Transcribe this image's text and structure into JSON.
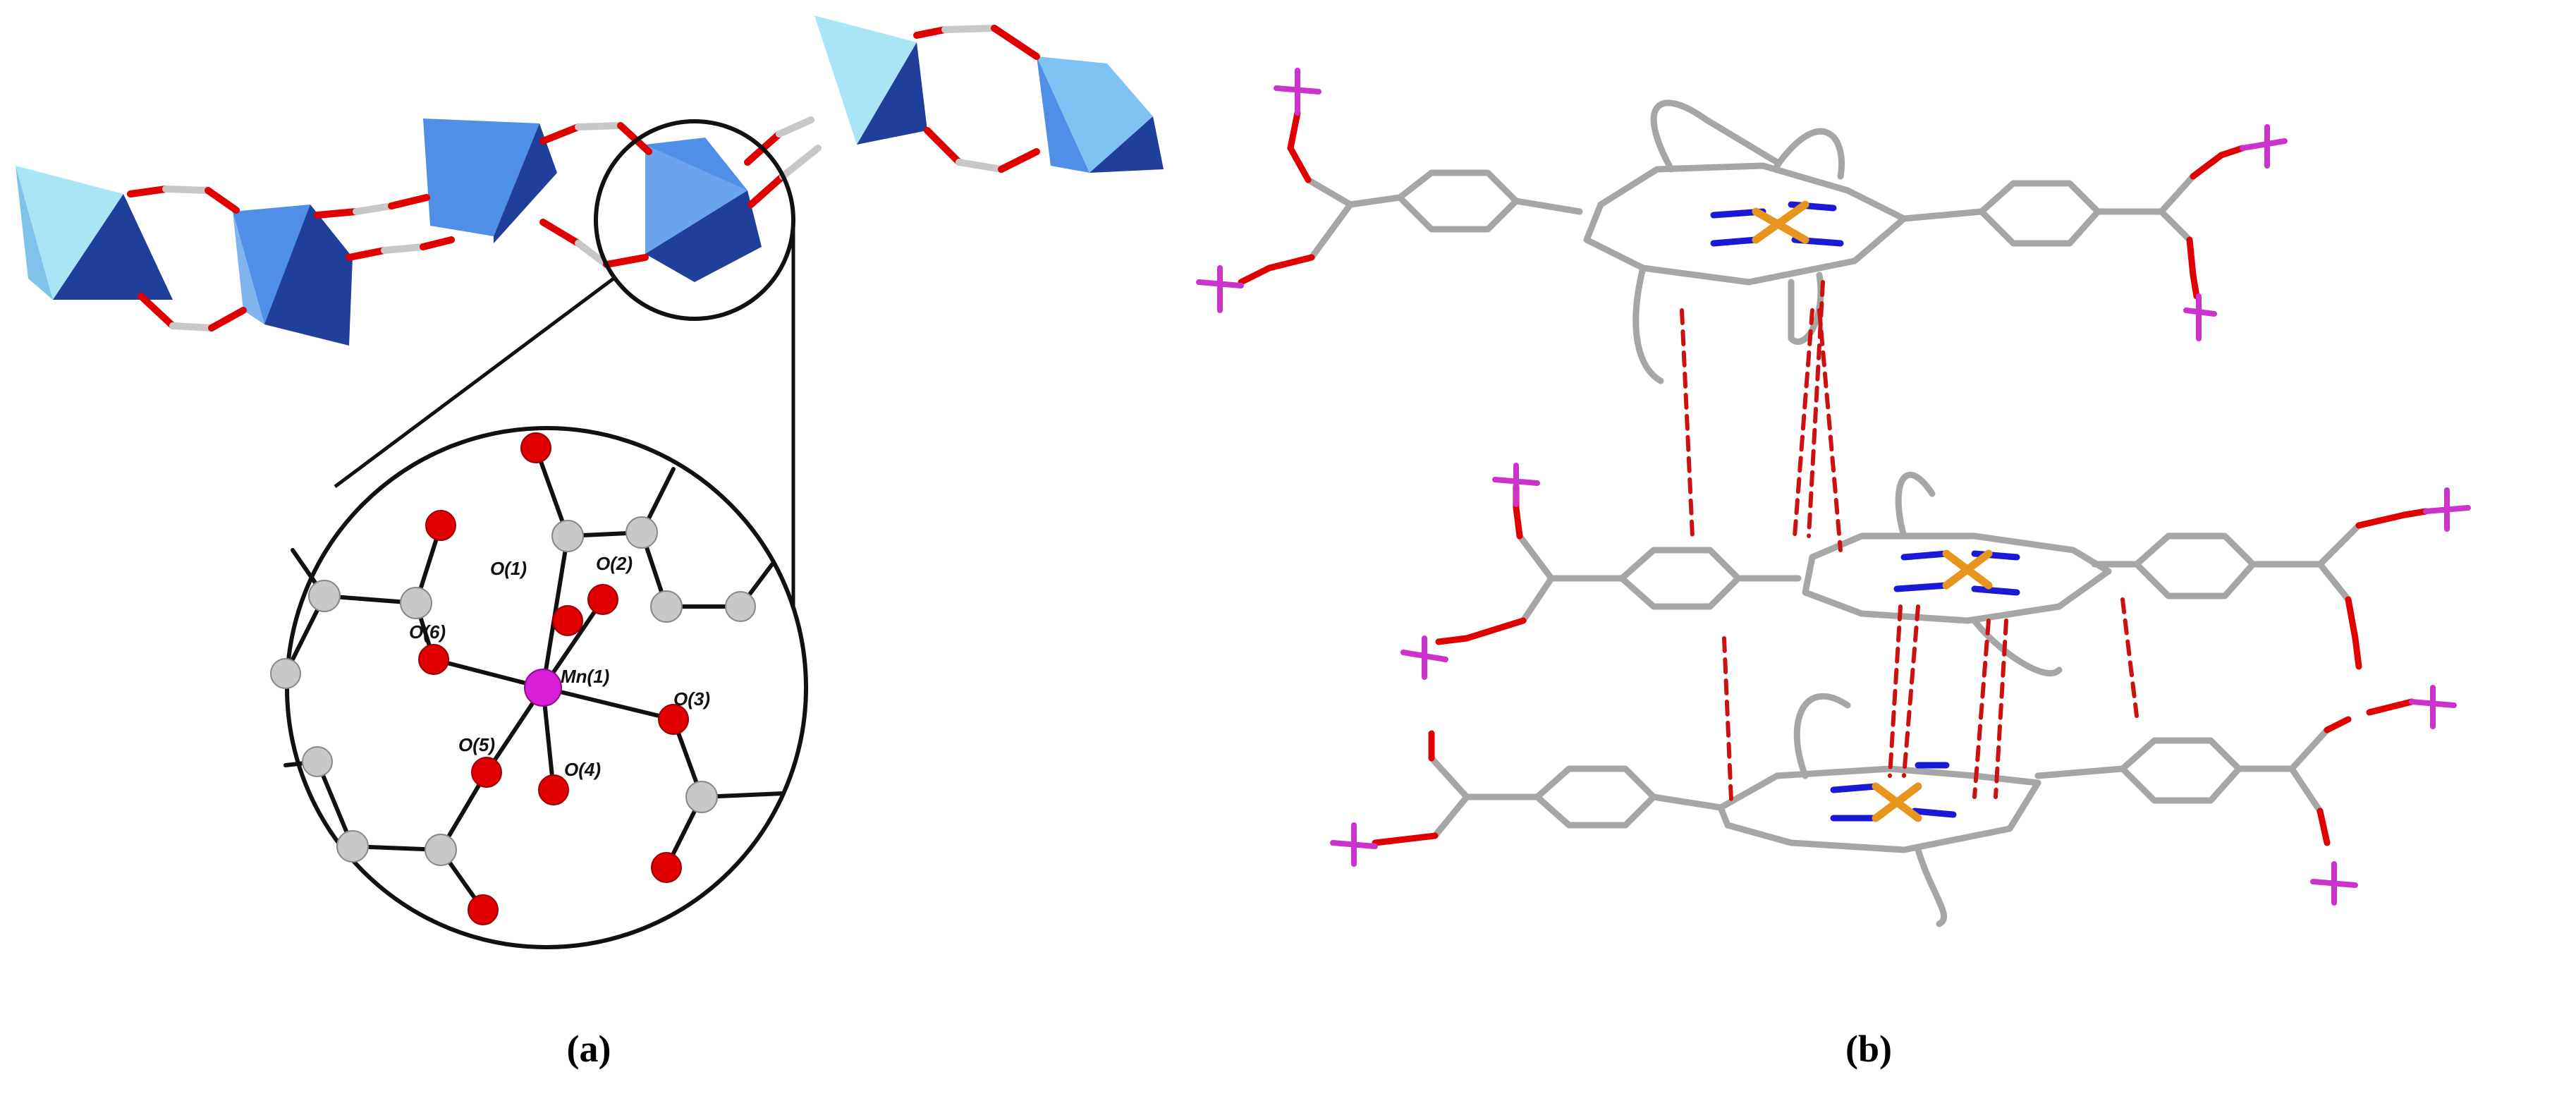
{
  "figure": {
    "panels": [
      {
        "id": "a",
        "label": "(a)"
      },
      {
        "id": "b",
        "label": "(b)"
      }
    ],
    "panel_a": {
      "atom_labels": {
        "o1": "O(1)",
        "o2": "O(2)",
        "o3": "O(3)",
        "o4": "O(4)",
        "o5": "O(5)",
        "o6": "O(6)",
        "mn1": "Mn(1)"
      }
    },
    "colors": {
      "polyhedron_light": "#a9e6f5",
      "polyhedron_mid": "#4f8fe8",
      "polyhedron_dark": "#1f3f9a",
      "oxygen": "#e00000",
      "carbon": "#c8c8c8",
      "manganese": "#d61fd6",
      "nitrogen": "#1a1ad6",
      "metal_center": "#e8951f",
      "phosphorus": "#cc33cc",
      "interaction_dash": "#cc1111",
      "bond_gray": "#a0a0a0"
    }
  }
}
